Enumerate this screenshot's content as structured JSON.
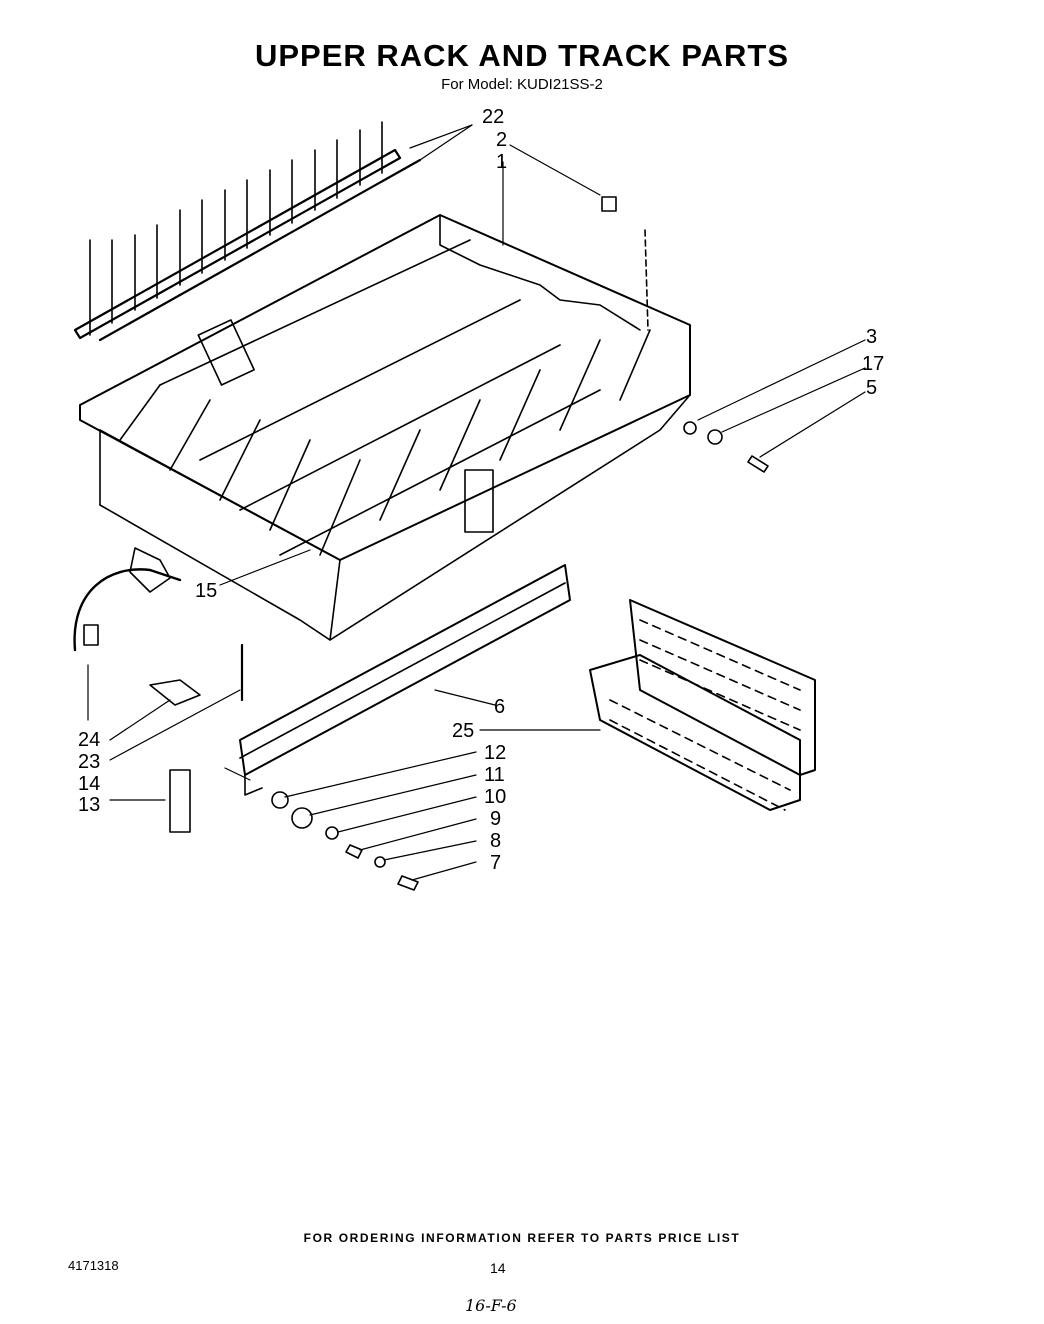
{
  "header": {
    "title": "UPPER RACK AND TRACK PARTS",
    "subtitle": "For Model: KUDI21SS-2"
  },
  "callouts": {
    "c22": "22",
    "c2": "2",
    "c1": "1",
    "c3": "3",
    "c17": "17",
    "c5": "5",
    "c15": "15",
    "c6": "6",
    "c25": "25",
    "c12": "12",
    "c11": "11",
    "c10": "10",
    "c9": "9",
    "c8": "8",
    "c7": "7",
    "c24": "24",
    "c23": "23",
    "c14": "14",
    "c13": "13"
  },
  "footer": {
    "note": "FOR ORDERING INFORMATION REFER TO PARTS PRICE LIST",
    "doc_number": "4171318",
    "page_number": "14",
    "handwritten": "16-F-6"
  }
}
